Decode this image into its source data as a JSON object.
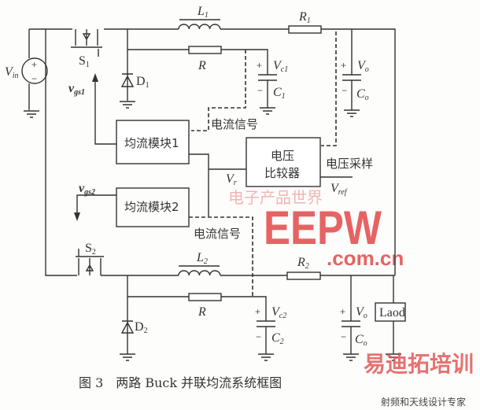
{
  "labels": {
    "vin": {
      "main": "V",
      "sub": "in"
    },
    "s1": {
      "main": "S",
      "sub": "1"
    },
    "s2": {
      "main": "S",
      "sub": "2"
    },
    "l1": {
      "main": "L",
      "sub": "1"
    },
    "l2": {
      "main": "L",
      "sub": "2"
    },
    "r1": {
      "main": "R",
      "sub": "1"
    },
    "r2": {
      "main": "R",
      "sub": "2"
    },
    "r_top": "R",
    "r_bottom": "R",
    "d1": {
      "main": "D",
      "sub": "1"
    },
    "d2": {
      "main": "D",
      "sub": "2"
    },
    "vc1": {
      "main": "V",
      "sub": "c1"
    },
    "vc2": {
      "main": "V",
      "sub": "c2"
    },
    "c1": {
      "main": "C",
      "sub": "1"
    },
    "c2": {
      "main": "C",
      "sub": "2"
    },
    "vo_top": {
      "main": "V",
      "sub": "o"
    },
    "vo_bottom": {
      "main": "V",
      "sub": "o"
    },
    "co_top": {
      "main": "C",
      "sub": "o"
    },
    "co_bottom": {
      "main": "C",
      "sub": "o"
    },
    "vgs1": {
      "main": "v",
      "sub": "gs1"
    },
    "vgs2": {
      "main": "v",
      "sub": "gs2"
    },
    "vr": {
      "main": "V",
      "sub": "r"
    },
    "vref": {
      "main": "V",
      "sub": "ref"
    },
    "plus": "+",
    "minus": "−"
  },
  "blocks": {
    "current_share_1": "均流模块1",
    "current_share_2": "均流模块2",
    "comparator_line1": "电压",
    "comparator_line2": "比较器",
    "load": "Laod"
  },
  "signals": {
    "current_signal_1": "电流信号",
    "current_signal_2": "电流信号",
    "voltage_sample": "电压采样"
  },
  "caption": "图 3　两路 Buck 并联均流系统框图",
  "watermarks": {
    "eepw": "EEPW",
    "eepw_domain": ".com.cn",
    "eepw_cn": "电子产品世界",
    "edatop": "易迪拓培训",
    "edatop_slogan": "射频和天线设计专家"
  }
}
